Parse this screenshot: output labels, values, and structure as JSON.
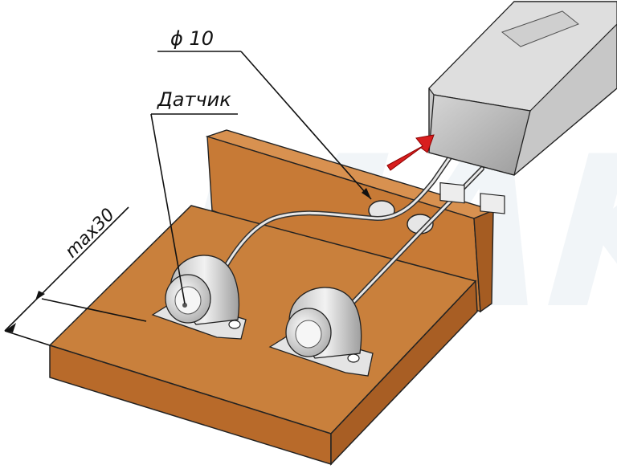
{
  "diagram": {
    "labels": {
      "hole_diameter": "ϕ 10",
      "sensor": "Датчик",
      "max_thickness": "max30"
    },
    "watermark": "MAKS",
    "colors": {
      "wood_top": "#c9803c",
      "wood_front": "#b86a2a",
      "wood_side": "#a85e24",
      "metal": "#d8d8d8",
      "driver_body": "#b9b9b9",
      "arrow": "#d81e1e"
    },
    "components": [
      "wood-panel",
      "back-panel",
      "sensor-left",
      "sensor-right",
      "wires",
      "power-driver",
      "direction-arrow"
    ]
  }
}
